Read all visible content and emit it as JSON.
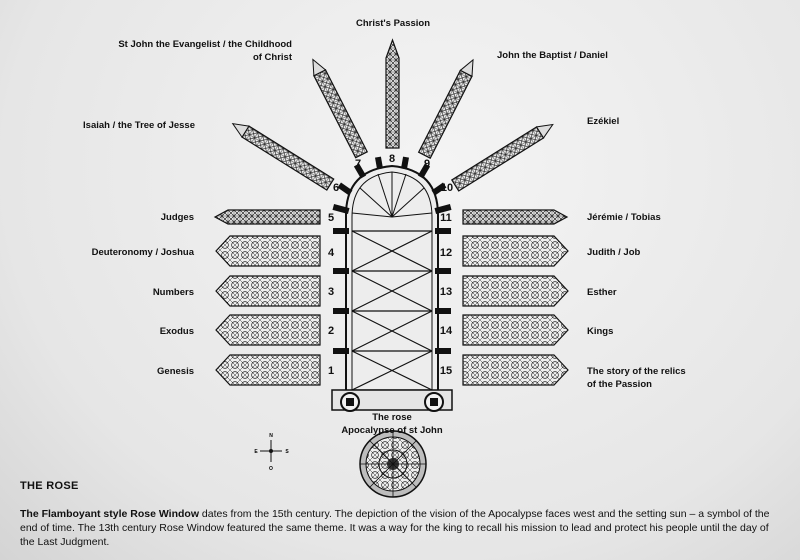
{
  "panel_labels": {
    "top": "Christ's Passion",
    "upper_left_1": "St John the Evangelist / the Childhood",
    "upper_left_2": "of Christ",
    "upper_right": "John the Baptist / Daniel",
    "mid_left": "Isaiah / the Tree of Jesse",
    "mid_right": "Ezékiel",
    "l5": "Judges",
    "l4": "Deuteronomy / Joshua",
    "l3": "Numbers",
    "l2": "Exodus",
    "l1": "Genesis",
    "r11": "Jérémie / Tobias",
    "r12": "Judith / Job",
    "r13": "Esther",
    "r14": "Kings",
    "r15_1": "The story of the relics",
    "r15_2": "of the Passion"
  },
  "numbers": {
    "n1": "1",
    "n2": "2",
    "n3": "3",
    "n4": "4",
    "n5": "5",
    "n6": "6",
    "n7": "7",
    "n8": "8",
    "n9": "9",
    "n10": "10",
    "n11": "11",
    "n12": "12",
    "n13": "13",
    "n14": "14",
    "n15": "15"
  },
  "rose": {
    "line1": "The rose",
    "line2": "Apocalypse  of  st John"
  },
  "compass": {
    "n": "N",
    "s": "S",
    "e": "E",
    "o": "O"
  },
  "section_title": "THE ROSE",
  "description": {
    "lead": "The Flamboyant style Rose Window",
    "body": " dates from the 15th century. The depiction of the vision of the Apocalypse faces west and the setting sun – a symbol of the end of time. The 13th century Rose Window featured the same theme. It was a way for the king to recall his mission to lead and protect his people until the day of the Last Judgment."
  }
}
